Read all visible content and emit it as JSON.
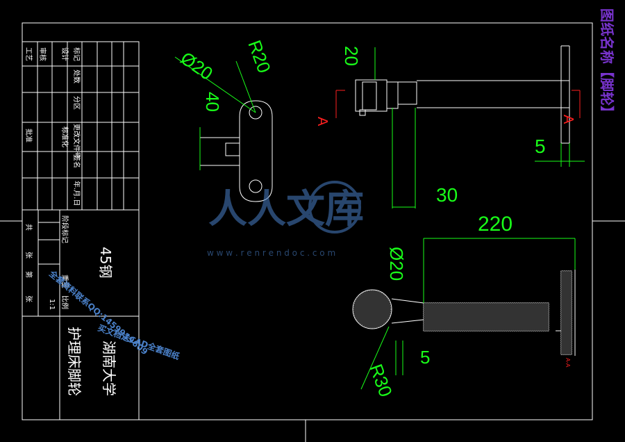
{
  "colors": {
    "background": "#000000",
    "frame": "#ffffff",
    "dimension": "#19ff19",
    "section_marker": "#ff2020",
    "title_side": "#7733cc",
    "watermark": "#4a80c8"
  },
  "side_title": "图纸名称【脚轮】",
  "dimensions": {
    "d20_top": "Ø20",
    "r20_top": "R20",
    "d40": "40",
    "d20_vertical": "20",
    "d5_right": "5",
    "d30": "30",
    "d220": "220",
    "d20_bottom": "Ø20",
    "d5_bottom": "5",
    "r30": "R30"
  },
  "section_labels": {
    "left": "A",
    "right": "A",
    "bottom": "A-A"
  },
  "title_block": {
    "col_labels": [
      "标记",
      "处数",
      "分区",
      "更改文件号",
      "签名",
      "年.月.日"
    ],
    "row_labels_a": [
      "设计",
      "审核",
      "工艺"
    ],
    "row_labels_b": [
      "标准化",
      "批准"
    ],
    "stage_labels": [
      "阶段标记",
      "重量",
      "比例"
    ],
    "sheet_labels": [
      "共",
      "张",
      "第",
      "张"
    ],
    "material": "45钢",
    "part_name": "护理床脚轮",
    "school": "湖南大学",
    "scale": "1:1"
  },
  "watermark": {
    "logo_text": "人人文库",
    "url": "w w w . r e n r e n d o c . c o m",
    "overlay_lines": [
      "全套资料联系QQ:1459919609",
      "买文档送CAD全套图纸"
    ]
  }
}
